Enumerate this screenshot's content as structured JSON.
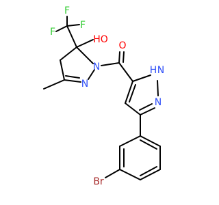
{
  "colors": {
    "bond": "#000000",
    "carbon": "#000000",
    "fluorine": "#33cc33",
    "oxygen": "#ff0000",
    "nitrogen": "#3050f8",
    "bromine": "#a62929"
  },
  "atom_labels": {
    "f_top": "F",
    "f_left": "F",
    "f_right": "F",
    "hydroxyl": "HO",
    "carbonyl_oxygen": "O",
    "pyrazoline_n1": "N",
    "pyrazoline_n2": "N",
    "pyrazole_nh": "H",
    "pyrazole_n1": "N",
    "pyrazole_n2": "N",
    "bromine": "Br"
  }
}
